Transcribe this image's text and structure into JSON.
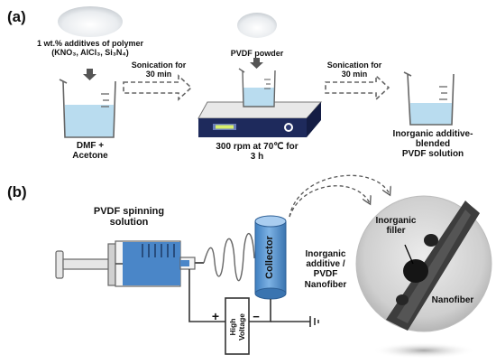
{
  "panel_a": {
    "label": "(a)",
    "additives_line1": "1 wt.% additives of polymer",
    "additives_line2": "(KNO₃, AlCl₃, Si₃N₄)",
    "solvent_line1": "DMF +",
    "solvent_line2": "Acetone",
    "sonication1_line1": "Sonication for",
    "sonication1_line2": "30 min",
    "pvdf_powder": "PVDF powder",
    "stir_line1": "300 rpm at 70℃ for",
    "stir_line2": "3 h",
    "sonication2_line1": "Sonication for",
    "sonication2_line2": "30 min",
    "result_line1": "Inorganic additive-",
    "result_line2": "blended",
    "result_line3": "PVDF solution"
  },
  "panel_b": {
    "label": "(b)",
    "spinning_line1": "PVDF spinning",
    "spinning_line2": "solution",
    "collector": "Collector",
    "fiber_line1": "Inorganic",
    "fiber_line2": "additive /",
    "fiber_line3": "PVDF",
    "fiber_line4": "Nanofiber",
    "hv_line1": "High",
    "hv_line2": "Voltage",
    "plus": "+",
    "minus": "−",
    "tem_filler_line1": "Inorganic",
    "tem_filler_line2": "filler",
    "tem_nanofiber": "Nanofiber"
  },
  "colors": {
    "solution_blue": "#b9dcef",
    "syringe_blue": "#4a86c8",
    "collector_blue": "#5b9bd5",
    "stirrer_navy": "#1e2a5c",
    "plate_gray": "#e8e8e8"
  }
}
